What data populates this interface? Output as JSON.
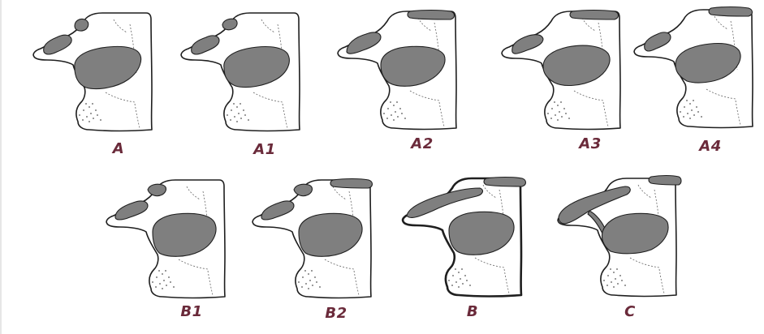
{
  "figure": {
    "panels": [
      {
        "id": "A",
        "label": "A"
      },
      {
        "id": "A1",
        "label": "A1"
      },
      {
        "id": "A2",
        "label": "A2"
      },
      {
        "id": "A3",
        "label": "A3"
      },
      {
        "id": "A4",
        "label": "A4"
      },
      {
        "id": "B1",
        "label": "B1"
      },
      {
        "id": "B2",
        "label": "B2"
      },
      {
        "id": "B",
        "label": "B"
      },
      {
        "id": "C",
        "label": "C"
      }
    ],
    "colors": {
      "facet_fill": "#7f7f7f",
      "outline": "#1f1f1f",
      "label_color": "#6a2a3a",
      "stipple": "#555555"
    }
  }
}
